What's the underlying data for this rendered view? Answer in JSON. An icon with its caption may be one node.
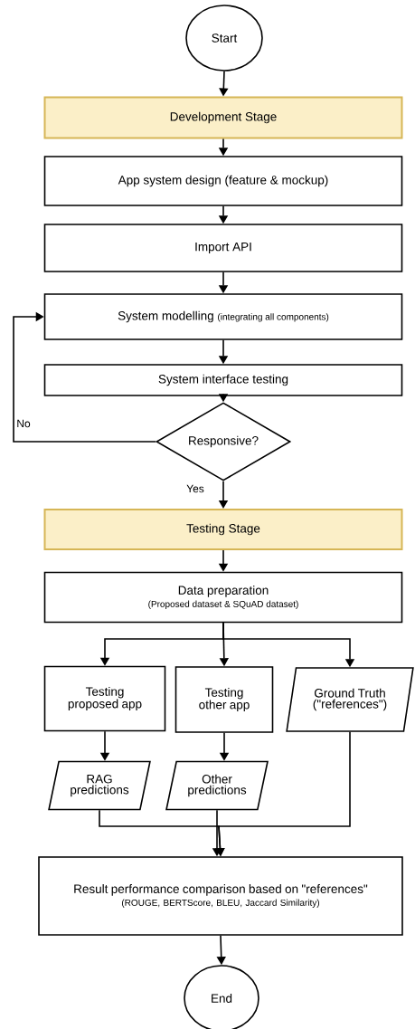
{
  "diagram": {
    "nodes": [
      {
        "text": [
          "Start"
        ]
      },
      {
        "text": [
          "Development Stage"
        ]
      },
      {
        "text": [
          "App system design (feature & mockup)"
        ]
      },
      {
        "text": [
          "Import API"
        ]
      },
      {
        "text": [
          "System modelling",
          "(integrating all components)"
        ]
      },
      {
        "text": [
          "System interface testing"
        ]
      },
      {
        "text": [
          "Responsive?"
        ]
      },
      {
        "text": [
          "Testing Stage"
        ]
      },
      {
        "text": [
          "Data preparation",
          "(Proposed dataset & SQuAD dataset)"
        ]
      },
      {
        "text": [
          "Testing proposed app"
        ]
      },
      {
        "text": [
          "Testing other app"
        ]
      },
      {
        "text": [
          "Ground Truth (\"references\")"
        ]
      },
      {
        "text": [
          "RAG predictions"
        ]
      },
      {
        "text": [
          "Other predictions"
        ]
      },
      {
        "text": [
          "Result performance comparison based on \"references\"",
          "(ROUGE, BERTScore, BLEU, Jaccard Similarity)"
        ]
      },
      {
        "text": [
          "End"
        ]
      }
    ],
    "edges": [
      {
        "from": 0,
        "to": 1,
        "arrow": "to"
      },
      {
        "from": 1,
        "to": 2,
        "arrow": "to"
      },
      {
        "from": 2,
        "to": 3,
        "arrow": "to"
      },
      {
        "from": 3,
        "to": 4,
        "arrow": "to"
      },
      {
        "from": 4,
        "to": 5,
        "arrow": "to"
      },
      {
        "from": 5,
        "to": 6,
        "arrow": "to"
      },
      {
        "from": 6,
        "to": 4,
        "arrow": "to",
        "label": "No"
      },
      {
        "from": 6,
        "to": 7,
        "arrow": "to",
        "label": "Yes"
      },
      {
        "from": 7,
        "to": 8,
        "arrow": "to"
      },
      {
        "from": 8,
        "to": 9,
        "arrow": "to"
      },
      {
        "from": 8,
        "to": 10,
        "arrow": "to"
      },
      {
        "from": 8,
        "to": 11,
        "arrow": "to"
      },
      {
        "from": 9,
        "to": 12,
        "arrow": "to"
      },
      {
        "from": 10,
        "to": 13,
        "arrow": "to"
      },
      {
        "from": 12,
        "to": 14,
        "arrow": "to"
      },
      {
        "from": 13,
        "to": 14,
        "arrow": "to"
      },
      {
        "from": 11,
        "to": 14,
        "arrow": "to"
      },
      {
        "from": 14,
        "to": 15,
        "arrow": "to"
      }
    ]
  }
}
